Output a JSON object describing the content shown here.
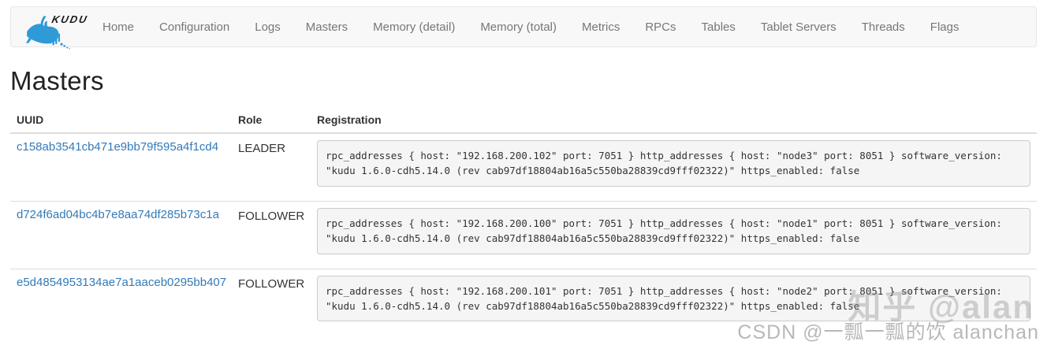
{
  "navbar": {
    "logo_text": "KUDU",
    "items": [
      {
        "label": "Home"
      },
      {
        "label": "Configuration"
      },
      {
        "label": "Logs"
      },
      {
        "label": "Masters"
      },
      {
        "label": "Memory (detail)"
      },
      {
        "label": "Memory (total)"
      },
      {
        "label": "Metrics"
      },
      {
        "label": "RPCs"
      },
      {
        "label": "Tables"
      },
      {
        "label": "Tablet Servers"
      },
      {
        "label": "Threads"
      },
      {
        "label": "Flags"
      }
    ]
  },
  "page": {
    "title": "Masters"
  },
  "table": {
    "columns": {
      "uuid": "UUID",
      "role": "Role",
      "registration": "Registration"
    },
    "rows": [
      {
        "uuid": "c158ab3541cb471e9bb79f595a4f1cd4",
        "role": "LEADER",
        "registration": "rpc_addresses { host: \"192.168.200.102\" port: 7051 } http_addresses { host: \"node3\" port: 8051 } software_version: \"kudu 1.6.0-cdh5.14.0 (rev cab97df18804ab16a5c550ba28839cd9fff02322)\" https_enabled: false"
      },
      {
        "uuid": "d724f6ad04bc4b7e8aa74df285b73c1a",
        "role": "FOLLOWER",
        "registration": "rpc_addresses { host: \"192.168.200.100\" port: 7051 } http_addresses { host: \"node1\" port: 8051 } software_version: \"kudu 1.6.0-cdh5.14.0 (rev cab97df18804ab16a5c550ba28839cd9fff02322)\" https_enabled: false"
      },
      {
        "uuid": "e5d4854953134ae7a1aaceb0295bb407",
        "role": "FOLLOWER",
        "registration": "rpc_addresses { host: \"192.168.200.101\" port: 7051 } http_addresses { host: \"node2\" port: 8051 } software_version: \"kudu 1.6.0-cdh5.14.0 (rev cab97df18804ab16a5c550ba28839cd9fff02322)\" https_enabled: false"
      }
    ]
  },
  "watermarks": {
    "primary": "知乎 @alan",
    "secondary": "CSDN @一瓢一瓢的饮 alanchan"
  },
  "colors": {
    "link": "#337ab7",
    "nav_text": "#777777",
    "navbar_bg": "#f8f8f8",
    "navbar_border": "#e7e7e7",
    "pre_bg": "#f5f5f5",
    "pre_border": "#cccccc",
    "logo_blue": "#2e9bd6"
  }
}
